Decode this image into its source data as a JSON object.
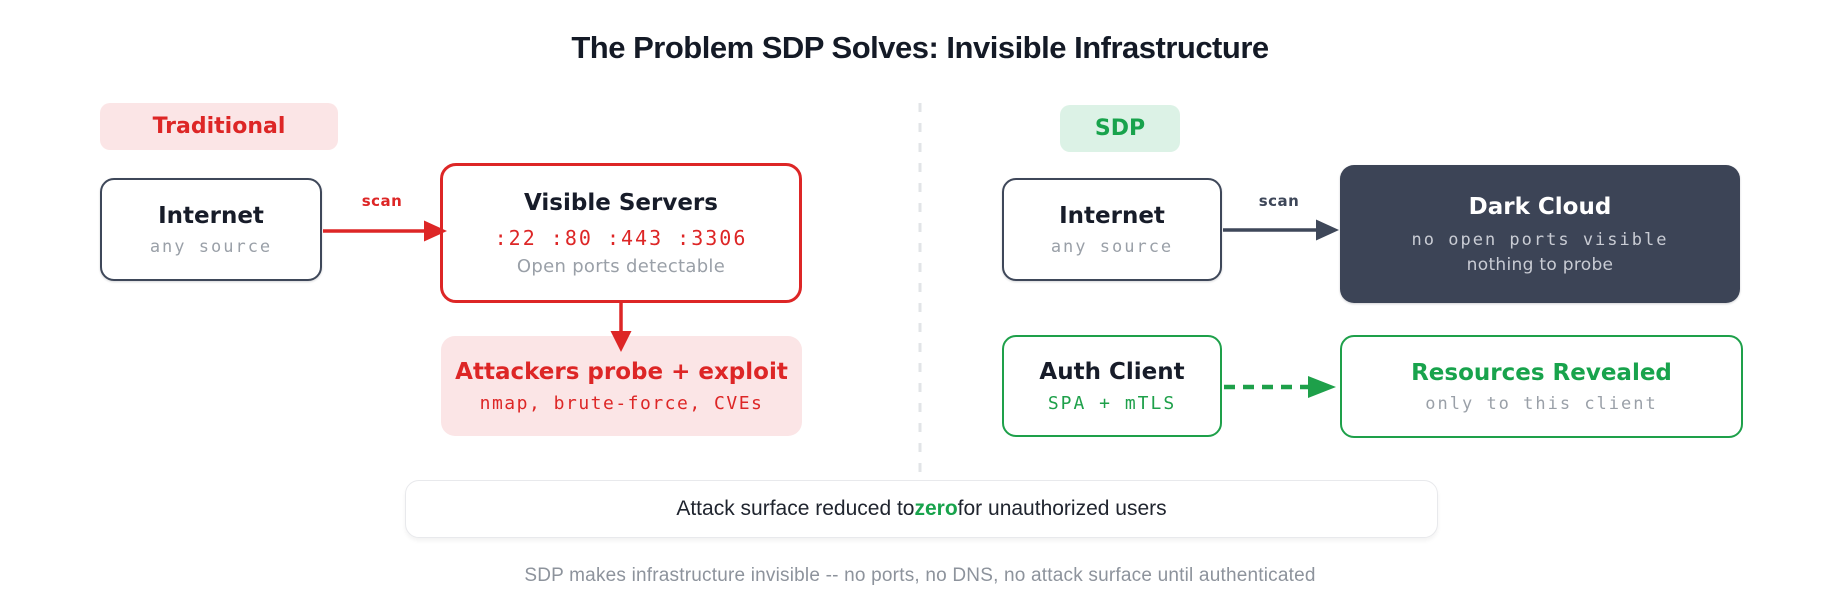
{
  "title": "The Problem SDP Solves: Invisible Infrastructure",
  "colors": {
    "red": "#dd2626",
    "red_bg": "#fbe5e6",
    "green": "#18a34c",
    "green_bg": "#dcf2e6",
    "slate": "#3e4759",
    "dark_bg": "#3c4456",
    "muted_gray": "#9aa0a8"
  },
  "traditional": {
    "badge": "Traditional",
    "internet": {
      "title": "Internet",
      "subtitle": "any source"
    },
    "scan_label": "scan",
    "visible_servers": {
      "title": "Visible Servers",
      "ports": ":22 :80 :443 :3306",
      "note": "Open ports detectable"
    },
    "attackers": {
      "title": "Attackers probe + exploit",
      "tools": "nmap, brute-force, CVEs"
    }
  },
  "sdp": {
    "badge": "SDP",
    "internet": {
      "title": "Internet",
      "subtitle": "any source"
    },
    "scan_label": "scan",
    "dark_cloud": {
      "title": "Dark Cloud",
      "line1": "no open ports visible",
      "line2": "nothing to probe"
    },
    "auth_client": {
      "title": "Auth Client",
      "subtitle": "SPA + mTLS"
    },
    "resources": {
      "title": "Resources Revealed",
      "subtitle": "only to this client"
    }
  },
  "summary": {
    "prefix": "Attack surface reduced to ",
    "highlight": "zero",
    "suffix": " for unauthorized users"
  },
  "caption": "SDP makes infrastructure invisible -- no ports, no DNS, no attack surface until authenticated"
}
